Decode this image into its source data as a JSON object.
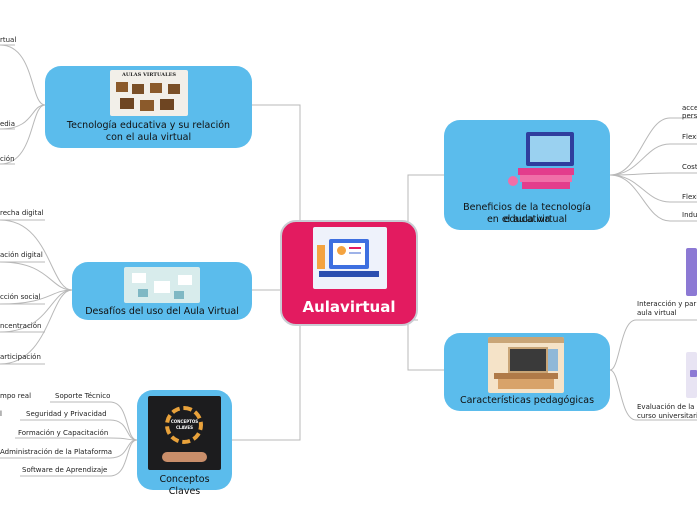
{
  "central": {
    "title": "Aulavirtual"
  },
  "topics": {
    "tecnologia": {
      "title_line1": "Tecnología educativa y su relación",
      "title_line2": "con el aula virtual",
      "image_caption": "AULAS VIRTUALES"
    },
    "desafios": {
      "title": "Desafíos del uso del Aula Virtual"
    },
    "conceptos": {
      "title": "Conceptos Claves",
      "image_text_1": "CONCEPTOS",
      "image_text_2": "CLAVES"
    },
    "beneficios": {
      "title_line1": "Beneficios de la tecnología educativa",
      "title_line2": "en el aula virtual"
    },
    "caracteristicas": {
      "title": "Características pedagógicas"
    }
  },
  "leaves": {
    "tecnologia": [
      "rtual",
      "edia",
      "ción"
    ],
    "desafios": [
      "recha digital",
      "ación digital",
      "cción social",
      "ncentración",
      "articipación"
    ],
    "conceptos": [
      "Soporte Técnico",
      "Seguridad y Privacidad",
      "Formación y Capacitación",
      "Administración de la Plataforma",
      "Software de Aprendizaje",
      "mpo real",
      "l"
    ],
    "beneficios": [
      "acce",
      "perso",
      "Flexi",
      "Cost",
      "Flexi",
      "Indu"
    ],
    "caracteristicas": [
      "Interacción y par",
      "aula virtual",
      "Evaluación de la",
      "curso universitari"
    ]
  },
  "colors": {
    "central": "#e31b60",
    "topic": "#5bbcec",
    "line": "#b8b8b8"
  }
}
